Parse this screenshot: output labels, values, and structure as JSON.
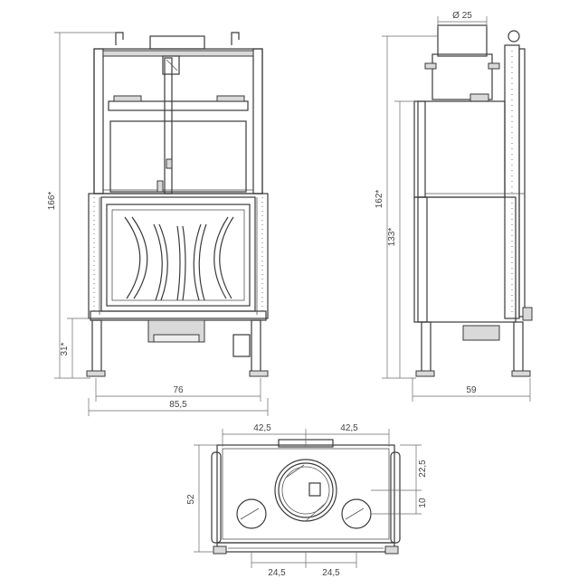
{
  "front_view": {
    "height_total": "166*",
    "height_base": "31*",
    "width_inner": "76",
    "width_outer": "85,5"
  },
  "side_view": {
    "diameter": "Ø 25",
    "height_top": "162*",
    "height_mid": "133*",
    "depth": "59"
  },
  "top_view": {
    "half_left": "42,5",
    "half_right": "42,5",
    "depth": "52",
    "offset_a": "22,5",
    "offset_b": "10",
    "spacing_left": "24,5",
    "spacing_right": "24,5"
  },
  "colors": {
    "line": "#3a3a3a",
    "dim": "#6a6a6a",
    "fill": "#d9d9d9"
  }
}
